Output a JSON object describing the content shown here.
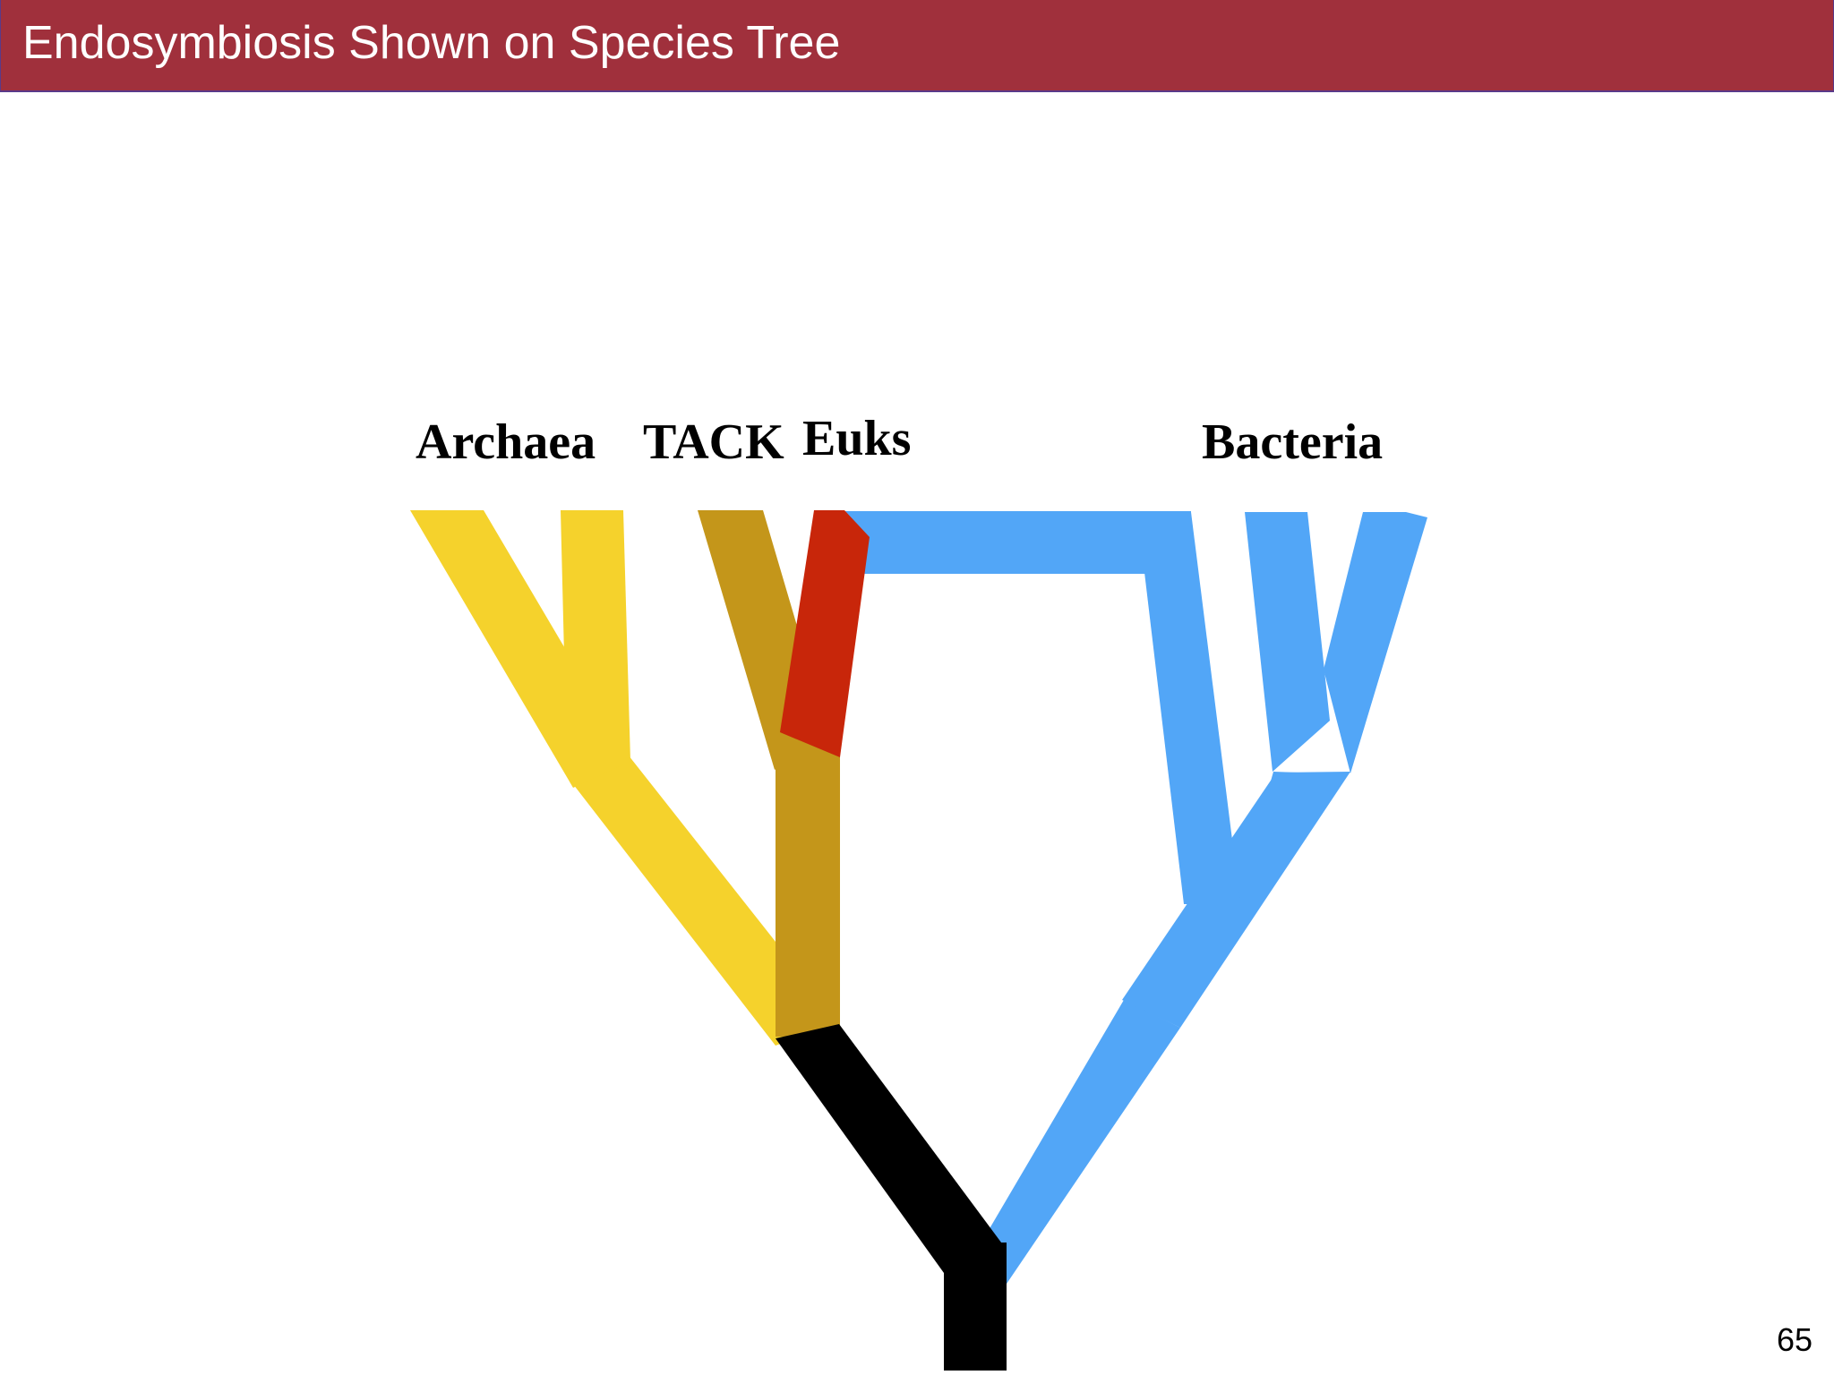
{
  "slide": {
    "title": "Endosymbiosis Shown on Species Tree",
    "page_number": "65"
  },
  "tree": {
    "labels": {
      "archaea": "Archaea",
      "tack": "TACK",
      "euks": "Euks",
      "bacteria": "Bacteria"
    },
    "colors": {
      "archaea": "#f5d22c",
      "tack": "#c4961a",
      "euks": "#c8260a",
      "bacteria": "#52a6f7",
      "root": "#000000",
      "title_bar": "#a0303c"
    }
  }
}
